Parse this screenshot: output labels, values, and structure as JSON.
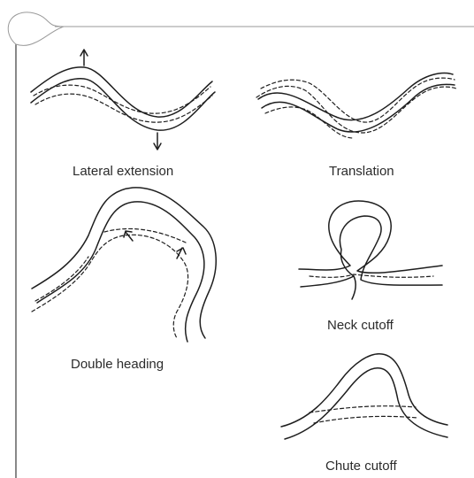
{
  "panels": {
    "lateral_extension": {
      "label": "Lateral extension"
    },
    "translation": {
      "label": "Translation"
    },
    "double_heading": {
      "label": "Double heading"
    },
    "neck_cutoff": {
      "label": "Neck cutoff"
    },
    "chute_cutoff": {
      "label": "Chute cutoff"
    }
  },
  "colors": {
    "line": "#1e1e1e",
    "text": "#2b2b2b",
    "frame": "#9a9a9a",
    "background": "#ffffff"
  }
}
